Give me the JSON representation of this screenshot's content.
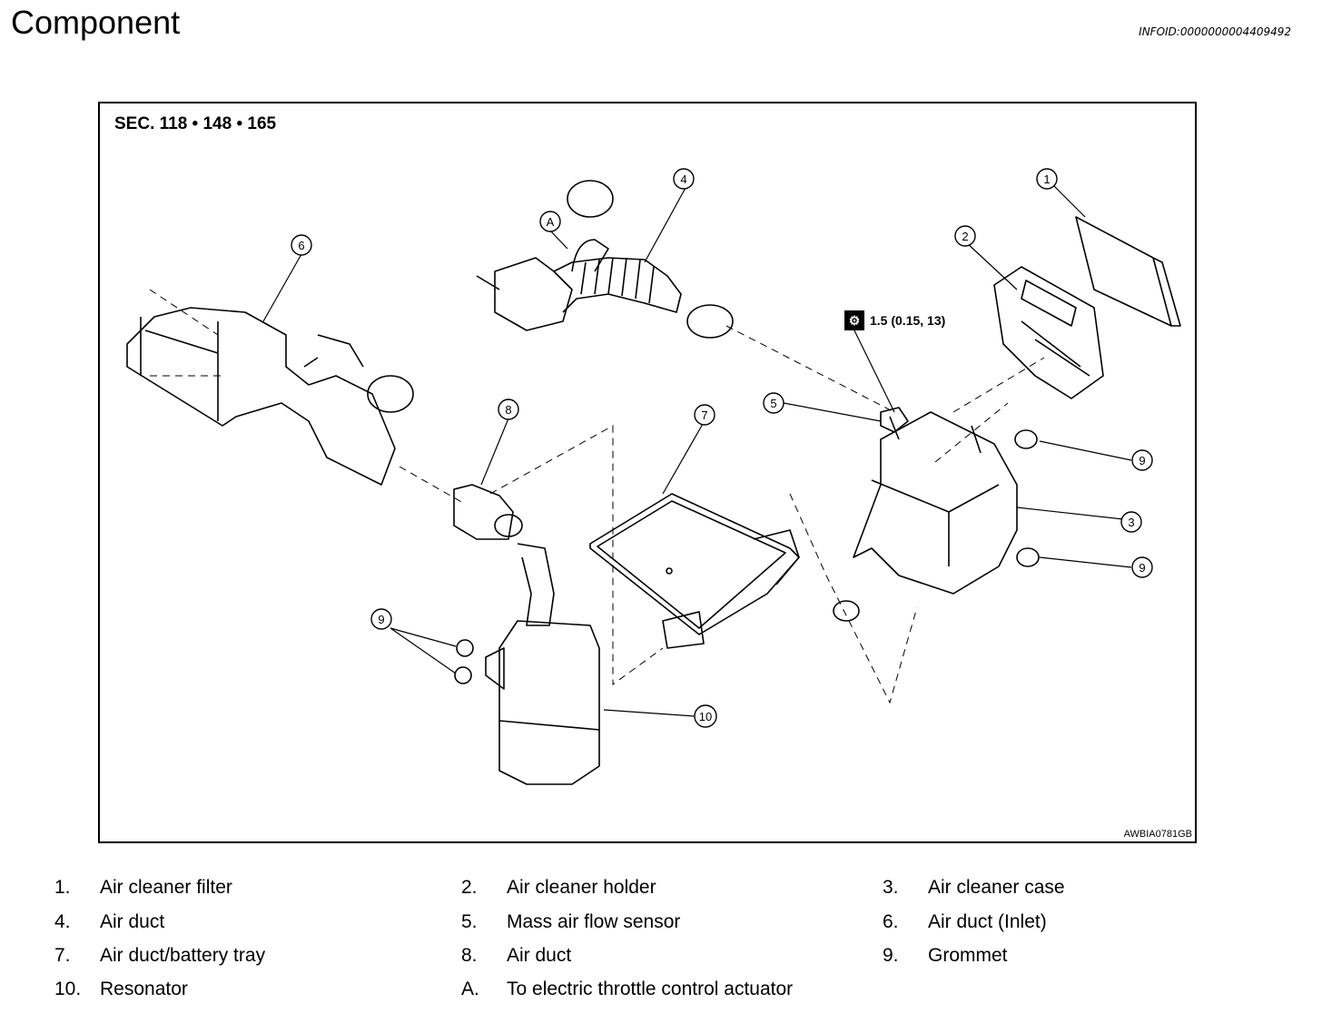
{
  "header": {
    "title": "Component",
    "info_id": "INFOID:0000000004409492"
  },
  "figure": {
    "section": "SEC. 118 • 148 • 165",
    "code": "AWBIA0781GB",
    "torque": "1.5 (0.15, 13)",
    "callouts": [
      "1",
      "2",
      "3",
      "4",
      "5",
      "6",
      "7",
      "8",
      "9",
      "9",
      "9",
      "10",
      "A"
    ]
  },
  "legend": [
    {
      "num": "1.",
      "label": "Air cleaner filter"
    },
    {
      "num": "2.",
      "label": "Air cleaner holder"
    },
    {
      "num": "3.",
      "label": "Air cleaner case"
    },
    {
      "num": "4.",
      "label": "Air duct"
    },
    {
      "num": "5.",
      "label": "Mass air flow sensor"
    },
    {
      "num": "6.",
      "label": "Air duct (Inlet)"
    },
    {
      "num": "7.",
      "label": "Air duct/battery tray"
    },
    {
      "num": "8.",
      "label": "Air duct"
    },
    {
      "num": "9.",
      "label": "Grommet"
    },
    {
      "num": "10.",
      "label": "Resonator"
    },
    {
      "num": "A.",
      "label": "To electric throttle control actuator"
    }
  ]
}
